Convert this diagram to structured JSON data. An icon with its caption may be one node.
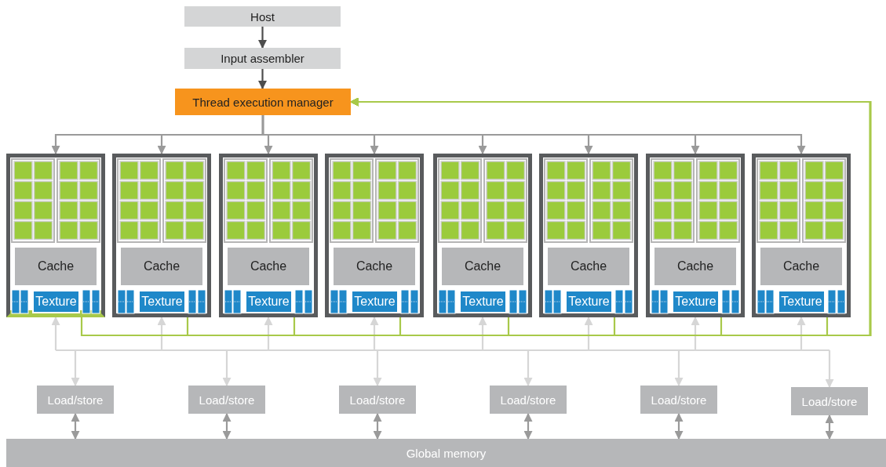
{
  "diagram": {
    "nodes": [
      {
        "text": [
          "Host"
        ]
      },
      {
        "text": [
          "Input assembler"
        ]
      },
      {
        "text": [
          "Thread execution manager"
        ]
      },
      {
        "text": [],
        "shape": "box"
      },
      {
        "text": [
          "Cache"
        ],
        "in": 3
      },
      {
        "text": [
          "Texture"
        ],
        "in": 3
      },
      {
        "text": [],
        "shape": "box"
      },
      {
        "text": [
          "Cache"
        ],
        "in": 6
      },
      {
        "text": [
          "Texture"
        ],
        "in": 6
      },
      {
        "text": [],
        "shape": "box"
      },
      {
        "text": [
          "Cache"
        ],
        "in": 9
      },
      {
        "text": [
          "Texture"
        ],
        "in": 9
      },
      {
        "text": [],
        "shape": "box"
      },
      {
        "text": [
          "Cache"
        ],
        "in": 12
      },
      {
        "text": [
          "Texture"
        ],
        "in": 12
      },
      {
        "text": [],
        "shape": "box"
      },
      {
        "text": [
          "Cache"
        ],
        "in": 15
      },
      {
        "text": [
          "Texture"
        ],
        "in": 15
      },
      {
        "text": [],
        "shape": "box"
      },
      {
        "text": [
          "Cache"
        ],
        "in": 18
      },
      {
        "text": [
          "Texture"
        ],
        "in": 18
      },
      {
        "text": [],
        "shape": "box"
      },
      {
        "text": [
          "Cache"
        ],
        "in": 21
      },
      {
        "text": [
          "Texture"
        ],
        "in": 21
      },
      {
        "text": [],
        "shape": "box"
      },
      {
        "text": [
          "Cache"
        ],
        "in": 24
      },
      {
        "text": [
          "Texture"
        ],
        "in": 24
      },
      {
        "text": [
          "Load/store"
        ]
      },
      {
        "text": [
          "Load/store"
        ]
      },
      {
        "text": [
          "Load/store"
        ]
      },
      {
        "text": [
          "Load/store"
        ]
      },
      {
        "text": [
          "Load/store"
        ]
      },
      {
        "text": [
          "Load/store"
        ]
      },
      {
        "text": [
          "Global memory"
        ]
      }
    ],
    "edges": [
      {
        "from": 0,
        "to": 1,
        "arrow": "to",
        "color": "#4d4d4d"
      },
      {
        "from": 1,
        "to": 2,
        "arrow": "to",
        "color": "#4d4d4d"
      },
      {
        "from": 2,
        "to": 3,
        "arrow": "to"
      },
      {
        "from": 2,
        "to": 6,
        "arrow": "to"
      },
      {
        "from": 2,
        "to": 9,
        "arrow": "to"
      },
      {
        "from": 2,
        "to": 12,
        "arrow": "to"
      },
      {
        "from": 2,
        "to": 15,
        "arrow": "to"
      },
      {
        "from": 2,
        "to": 18,
        "arrow": "to"
      },
      {
        "from": 2,
        "to": 21,
        "arrow": "to"
      },
      {
        "from": 2,
        "to": 24,
        "arrow": "to"
      },
      {
        "from": 3,
        "to": 2,
        "arrow": "to",
        "color": "#a8c94a"
      },
      {
        "from": 6,
        "to": 2,
        "arrow": "to",
        "color": "#a8c94a"
      },
      {
        "from": 9,
        "to": 2,
        "arrow": "to",
        "color": "#a8c94a"
      },
      {
        "from": 12,
        "to": 2,
        "arrow": "to",
        "color": "#a8c94a"
      },
      {
        "from": 15,
        "to": 2,
        "arrow": "to",
        "color": "#a8c94a"
      },
      {
        "from": 18,
        "to": 2,
        "arrow": "to",
        "color": "#a8c94a"
      },
      {
        "from": 21,
        "to": 2,
        "arrow": "to",
        "color": "#a8c94a"
      },
      {
        "from": 24,
        "to": 2,
        "arrow": "to",
        "color": "#a8c94a"
      },
      {
        "from": 27,
        "to": 3,
        "arrow": "both",
        "color": "#d6d6d6"
      },
      {
        "from": 27,
        "to": 6,
        "arrow": "both",
        "color": "#d6d6d6"
      },
      {
        "from": 27,
        "to": 9,
        "arrow": "both",
        "color": "#d6d6d6"
      },
      {
        "from": 27,
        "to": 12,
        "arrow": "both",
        "color": "#d6d6d6"
      },
      {
        "from": 27,
        "to": 15,
        "arrow": "both",
        "color": "#d6d6d6"
      },
      {
        "from": 27,
        "to": 18,
        "arrow": "both",
        "color": "#d6d6d6"
      },
      {
        "from": 27,
        "to": 21,
        "arrow": "both",
        "color": "#d6d6d6"
      },
      {
        "from": 27,
        "to": 24,
        "arrow": "both",
        "color": "#d6d6d6"
      },
      {
        "from": 28,
        "to": 3,
        "arrow": "both",
        "color": "#d6d6d6"
      },
      {
        "from": 28,
        "to": 6,
        "arrow": "both",
        "color": "#d6d6d6"
      },
      {
        "from": 28,
        "to": 9,
        "arrow": "both",
        "color": "#d6d6d6"
      },
      {
        "from": 28,
        "to": 12,
        "arrow": "both",
        "color": "#d6d6d6"
      },
      {
        "from": 28,
        "to": 15,
        "arrow": "both",
        "color": "#d6d6d6"
      },
      {
        "from": 28,
        "to": 18,
        "arrow": "both",
        "color": "#d6d6d6"
      },
      {
        "from": 28,
        "to": 21,
        "arrow": "both",
        "color": "#d6d6d6"
      },
      {
        "from": 28,
        "to": 24,
        "arrow": "both",
        "color": "#d6d6d6"
      },
      {
        "from": 29,
        "to": 3,
        "arrow": "both",
        "color": "#d6d6d6"
      },
      {
        "from": 29,
        "to": 6,
        "arrow": "both",
        "color": "#d6d6d6"
      },
      {
        "from": 29,
        "to": 9,
        "arrow": "both",
        "color": "#d6d6d6"
      },
      {
        "from": 29,
        "to": 12,
        "arrow": "both",
        "color": "#d6d6d6"
      },
      {
        "from": 29,
        "to": 15,
        "arrow": "both",
        "color": "#d6d6d6"
      },
      {
        "from": 29,
        "to": 18,
        "arrow": "both",
        "color": "#d6d6d6"
      },
      {
        "from": 29,
        "to": 21,
        "arrow": "both",
        "color": "#d6d6d6"
      },
      {
        "from": 29,
        "to": 24,
        "arrow": "both",
        "color": "#d6d6d6"
      },
      {
        "from": 30,
        "to": 3,
        "arrow": "both",
        "color": "#d6d6d6"
      },
      {
        "from": 30,
        "to": 6,
        "arrow": "both",
        "color": "#d6d6d6"
      },
      {
        "from": 30,
        "to": 9,
        "arrow": "both",
        "color": "#d6d6d6"
      },
      {
        "from": 30,
        "to": 12,
        "arrow": "both",
        "color": "#d6d6d6"
      },
      {
        "from": 30,
        "to": 15,
        "arrow": "both",
        "color": "#d6d6d6"
      },
      {
        "from": 30,
        "to": 18,
        "arrow": "both",
        "color": "#d6d6d6"
      },
      {
        "from": 30,
        "to": 21,
        "arrow": "both",
        "color": "#d6d6d6"
      },
      {
        "from": 30,
        "to": 24,
        "arrow": "both",
        "color": "#d6d6d6"
      },
      {
        "from": 31,
        "to": 3,
        "arrow": "both",
        "color": "#d6d6d6"
      },
      {
        "from": 31,
        "to": 6,
        "arrow": "both",
        "color": "#d6d6d6"
      },
      {
        "from": 31,
        "to": 9,
        "arrow": "both",
        "color": "#d6d6d6"
      },
      {
        "from": 31,
        "to": 12,
        "arrow": "both",
        "color": "#d6d6d6"
      },
      {
        "from": 31,
        "to": 15,
        "arrow": "both",
        "color": "#d6d6d6"
      },
      {
        "from": 31,
        "to": 18,
        "arrow": "both",
        "color": "#d6d6d6"
      },
      {
        "from": 31,
        "to": 21,
        "arrow": "both",
        "color": "#d6d6d6"
      },
      {
        "from": 31,
        "to": 24,
        "arrow": "both",
        "color": "#d6d6d6"
      },
      {
        "from": 32,
        "to": 3,
        "arrow": "both",
        "color": "#d6d6d6"
      },
      {
        "from": 32,
        "to": 6,
        "arrow": "both",
        "color": "#d6d6d6"
      },
      {
        "from": 32,
        "to": 9,
        "arrow": "both",
        "color": "#d6d6d6"
      },
      {
        "from": 32,
        "to": 12,
        "arrow": "both",
        "color": "#d6d6d6"
      },
      {
        "from": 32,
        "to": 15,
        "arrow": "both",
        "color": "#d6d6d6"
      },
      {
        "from": 32,
        "to": 18,
        "arrow": "both",
        "color": "#d6d6d6"
      },
      {
        "from": 32,
        "to": 21,
        "arrow": "both",
        "color": "#d6d6d6"
      },
      {
        "from": 32,
        "to": 24,
        "arrow": "both",
        "color": "#d6d6d6"
      },
      {
        "from": 27,
        "to": 33,
        "arrow": "both"
      },
      {
        "from": 28,
        "to": 33,
        "arrow": "both"
      },
      {
        "from": 29,
        "to": 33,
        "arrow": "both"
      },
      {
        "from": 30,
        "to": 33,
        "arrow": "both"
      },
      {
        "from": 31,
        "to": 33,
        "arrow": "both"
      },
      {
        "from": 32,
        "to": 33,
        "arrow": "both"
      }
    ]
  }
}
